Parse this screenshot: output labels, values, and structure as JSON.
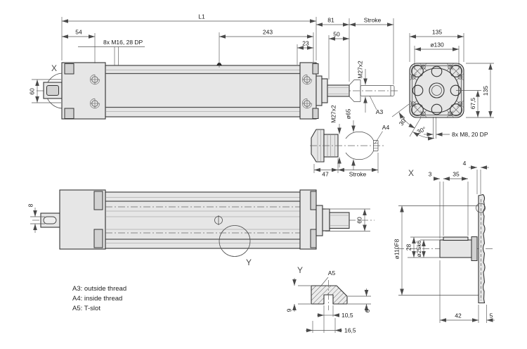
{
  "labels": {
    "x": "X",
    "y": "Y",
    "a3": "A3",
    "a4": "A4",
    "a5": "A5"
  },
  "notes": {
    "line1": "A3: outside thread",
    "line2": "A4: inside thread",
    "line3": "A5: T-slot"
  },
  "side": {
    "l1": "L1",
    "d54": "54",
    "m16": "8x M16, 28 DP",
    "d243": "243",
    "d23": "23",
    "d81": "81",
    "stroke": "Stroke",
    "d50": "50",
    "m27": "M27x2",
    "d60": "60"
  },
  "flange": {
    "w135": "135",
    "d130": "ø130",
    "h135": "135",
    "d67": "67,5",
    "a30a": "30°",
    "a30b": "30°",
    "m8": "8x M8, 20 DP"
  },
  "rod": {
    "m27": "M27x2",
    "d65": "ø65",
    "d47": "47",
    "stroke": "Stroke"
  },
  "top": {
    "d8": "8",
    "d60": "60"
  },
  "xd": {
    "d4": "4",
    "d3": "3",
    "d35": "35",
    "d110": "ø110F8",
    "d28": "28",
    "d25": "ø25k6",
    "d42": "42",
    "d5": "5"
  },
  "yd": {
    "d9": "9",
    "d6": "6",
    "d105": "10,5",
    "d165": "16,5"
  }
}
